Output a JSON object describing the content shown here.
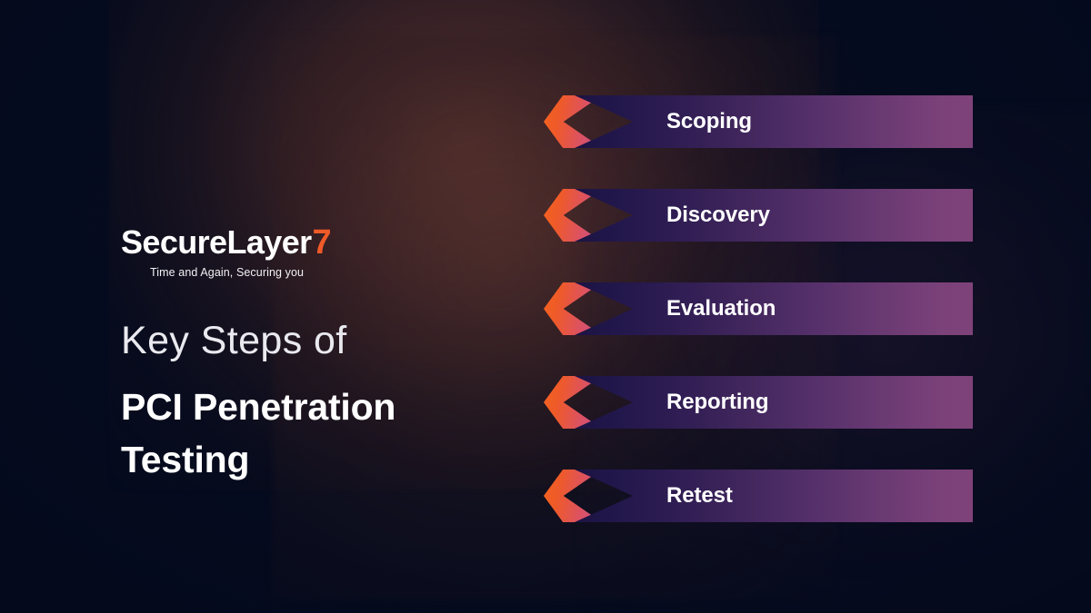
{
  "brand": {
    "logo_wordmark": "SecureLayer",
    "logo_accent": "7",
    "tagline": "Time and Again, Securing you",
    "accent_color": "#f05a28"
  },
  "headline": {
    "line_light": "Key Steps of",
    "line_bold": "PCI Penetration Testing"
  },
  "steps": {
    "items": [
      {
        "label": "Scoping"
      },
      {
        "label": "Discovery"
      },
      {
        "label": "Evaluation"
      },
      {
        "label": "Reporting"
      },
      {
        "label": "Retest"
      }
    ]
  },
  "theme": {
    "background_dark": "#060c20",
    "background_warm_glow": "#3a2828",
    "bar_gradient_start": "#1c1442",
    "bar_gradient_end": "#7e4279",
    "chevron_gradient_start": "#f4631f",
    "chevron_gradient_end": "#c04d86",
    "text_primary": "#ffffff",
    "text_secondary": "#e9e9ef"
  }
}
